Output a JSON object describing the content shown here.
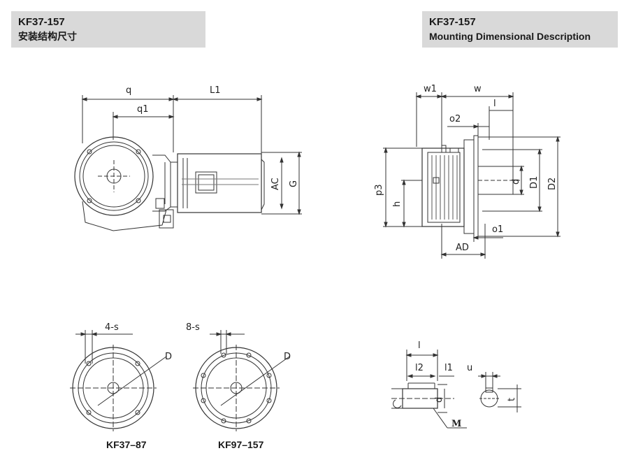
{
  "header_left": {
    "model": "KF37-157",
    "title": "安装结构尺寸"
  },
  "header_right": {
    "model": "KF37-157",
    "title": "Mounting Dimensional Description"
  },
  "front_view": {
    "labels": {
      "q": "q",
      "q1": "q1",
      "L1": "L1",
      "AC": "AC",
      "G": "G"
    }
  },
  "side_view": {
    "labels": {
      "w1": "w1",
      "w": "w",
      "l": "l",
      "o2": "o2",
      "p3": "p3",
      "h": "h",
      "d": "d",
      "D1": "D1",
      "D2": "D2",
      "o1": "o1",
      "AD": "AD"
    }
  },
  "flange_a": {
    "label_holes": "4-s",
    "label_d": "D",
    "caption": "KF37–87"
  },
  "flange_b": {
    "label_holes": "8-s",
    "label_d": "D",
    "caption": "KF97–157"
  },
  "shaft_detail": {
    "labels": {
      "l": "l",
      "l2": "l2",
      "l1": "l1",
      "u": "u",
      "d": "d",
      "t": "t",
      "M": "M"
    }
  }
}
